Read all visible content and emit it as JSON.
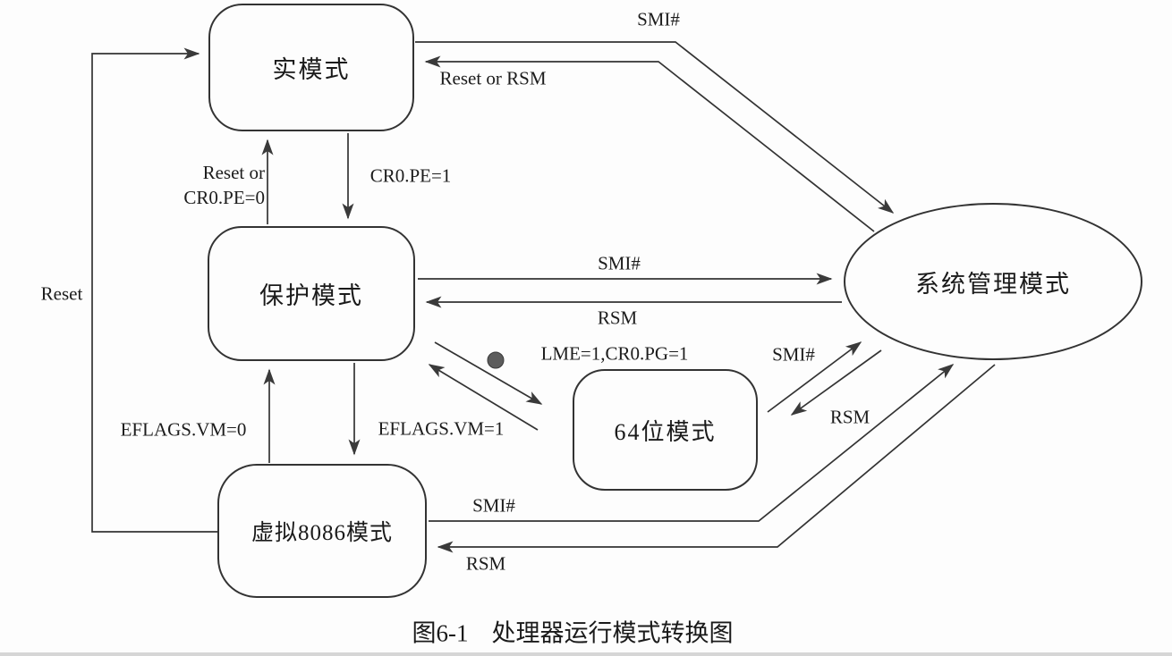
{
  "figure": {
    "caption_number": "图6-1",
    "caption_title": "处理器运行模式转换图"
  },
  "nodes": {
    "real_mode": "实模式",
    "protected_mode": "保护模式",
    "virtual_8086_mode": "虚拟8086模式",
    "mode_64bit": "64位模式",
    "system_management_mode": "系统管理模式"
  },
  "edges": {
    "v86_to_real_reset": "Reset",
    "real_to_smm_smi": "SMI#",
    "smm_to_real_reset_rsm": "Reset or RSM",
    "real_to_protected_cr0pe1": "CR0.PE=1",
    "protected_to_real_line1": "Reset or",
    "protected_to_real_line2": "CR0.PE=0",
    "protected_to_smm_smi": "SMI#",
    "smm_to_protected_rsm": "RSM",
    "protected_to_64_lme": "LME=1,CR0.PG=1",
    "v86_to_protected_eflags": "EFLAGS.VM=0",
    "protected_to_v86_eflags": "EFLAGS.VM=1",
    "m64_to_smm_smi": "SMI#",
    "smm_to_64_rsm": "RSM",
    "v86_to_smm_smi": "SMI#",
    "smm_to_v86_rsm": "RSM"
  },
  "colors": {
    "line": "#333333",
    "text": "#1c1c1c",
    "background": "#fdfdfd"
  }
}
